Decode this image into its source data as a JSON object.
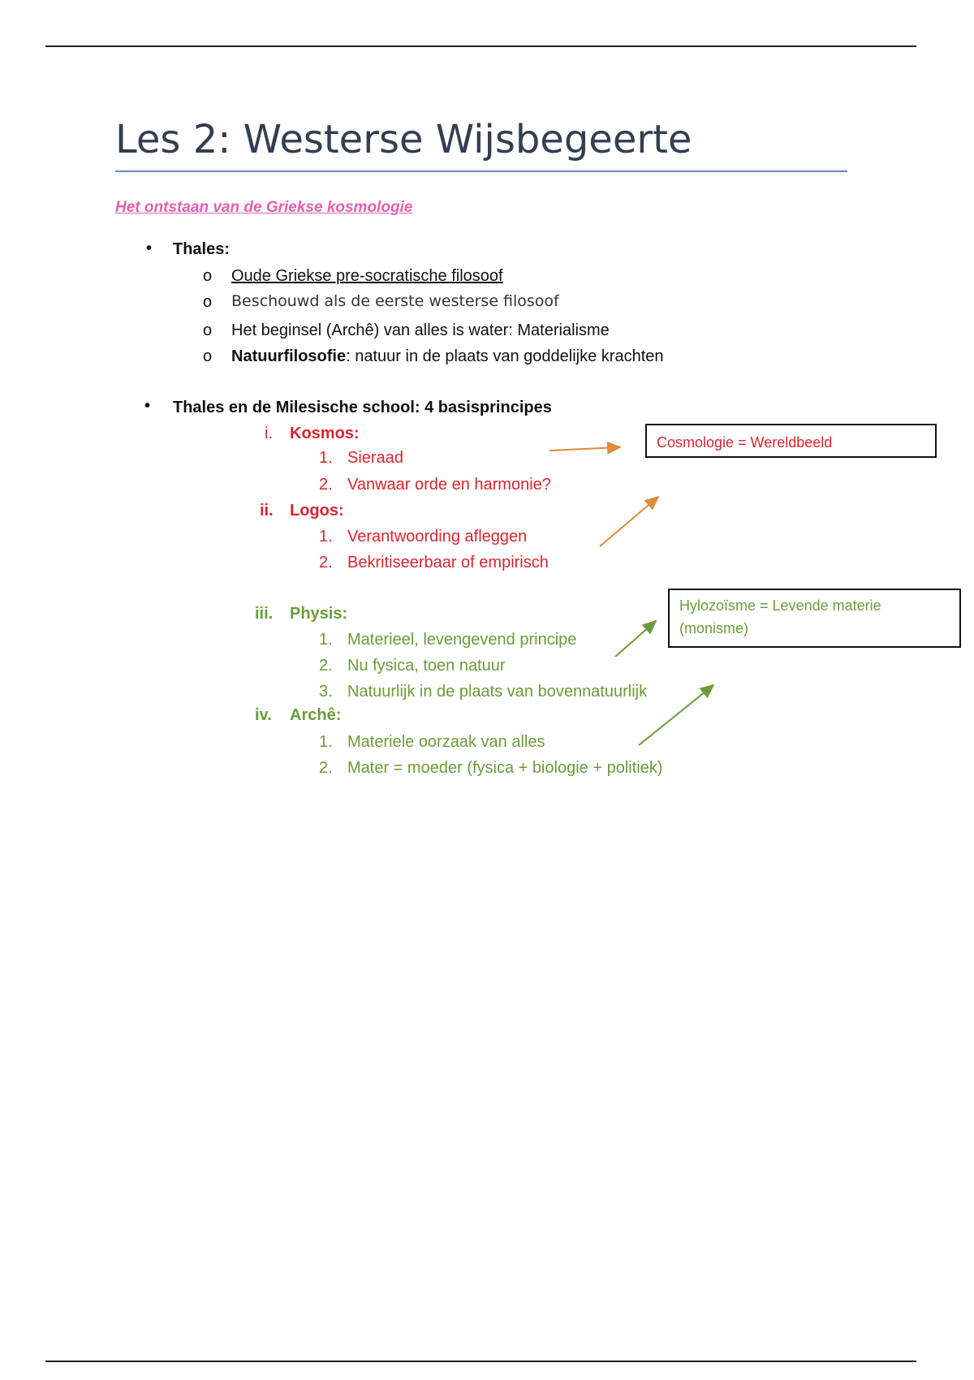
{
  "title": "Les 2: Westerse Wijsbegeerte",
  "subtitle": "Het ontstaan van de Griekse kosmologie",
  "section1": {
    "heading": "Thales:",
    "items": [
      {
        "text": "Oude Griekse pre-socratische filosoof"
      },
      {
        "text": "Beschouwd als de eerste westerse filosoof"
      },
      {
        "text": "Het beginsel (Archê) van alles is water: Materialisme"
      },
      {
        "bold": "Natuurfilosofie",
        "text": ": natuur in de plaats van goddelijke krachten"
      }
    ],
    "marker": "o"
  },
  "section2": {
    "heading": "Thales en de Milesische school: 4 basisprincipes",
    "principles": [
      {
        "numeral": "i.",
        "label": "Kosmos:",
        "items": [
          "Sieraad",
          "Vanwaar orde en harmonie?"
        ]
      },
      {
        "numeral": "ii.",
        "label": "Logos:",
        "items": [
          "Verantwoording afleggen",
          "Bekritiseerbaar of empirisch"
        ]
      },
      {
        "numeral": "iii.",
        "label": "Physis:",
        "items": [
          "Materieel, levengevend principe",
          "Nu fysica, toen natuur",
          "Natuurlijk in de plaats van bovennatuurlijk"
        ]
      },
      {
        "numeral": "iv.",
        "label": "Archê:",
        "items": [
          "Materiele oorzaak van alles",
          "Mater = moeder (fysica + biologie + politiek)"
        ]
      }
    ],
    "numbers": [
      "1.",
      "2.",
      "3."
    ]
  },
  "callouts": {
    "cosmologie": "Cosmologie = Wereldbeeld",
    "hylozoisme_line1": "Hylozoïsme = Levende materie",
    "hylozoisme_line2": "(monisme)"
  },
  "colors": {
    "red": "#d8252f",
    "green": "#6b9b3b",
    "orange": "#e08a3c",
    "pink": "#e05fb4"
  }
}
